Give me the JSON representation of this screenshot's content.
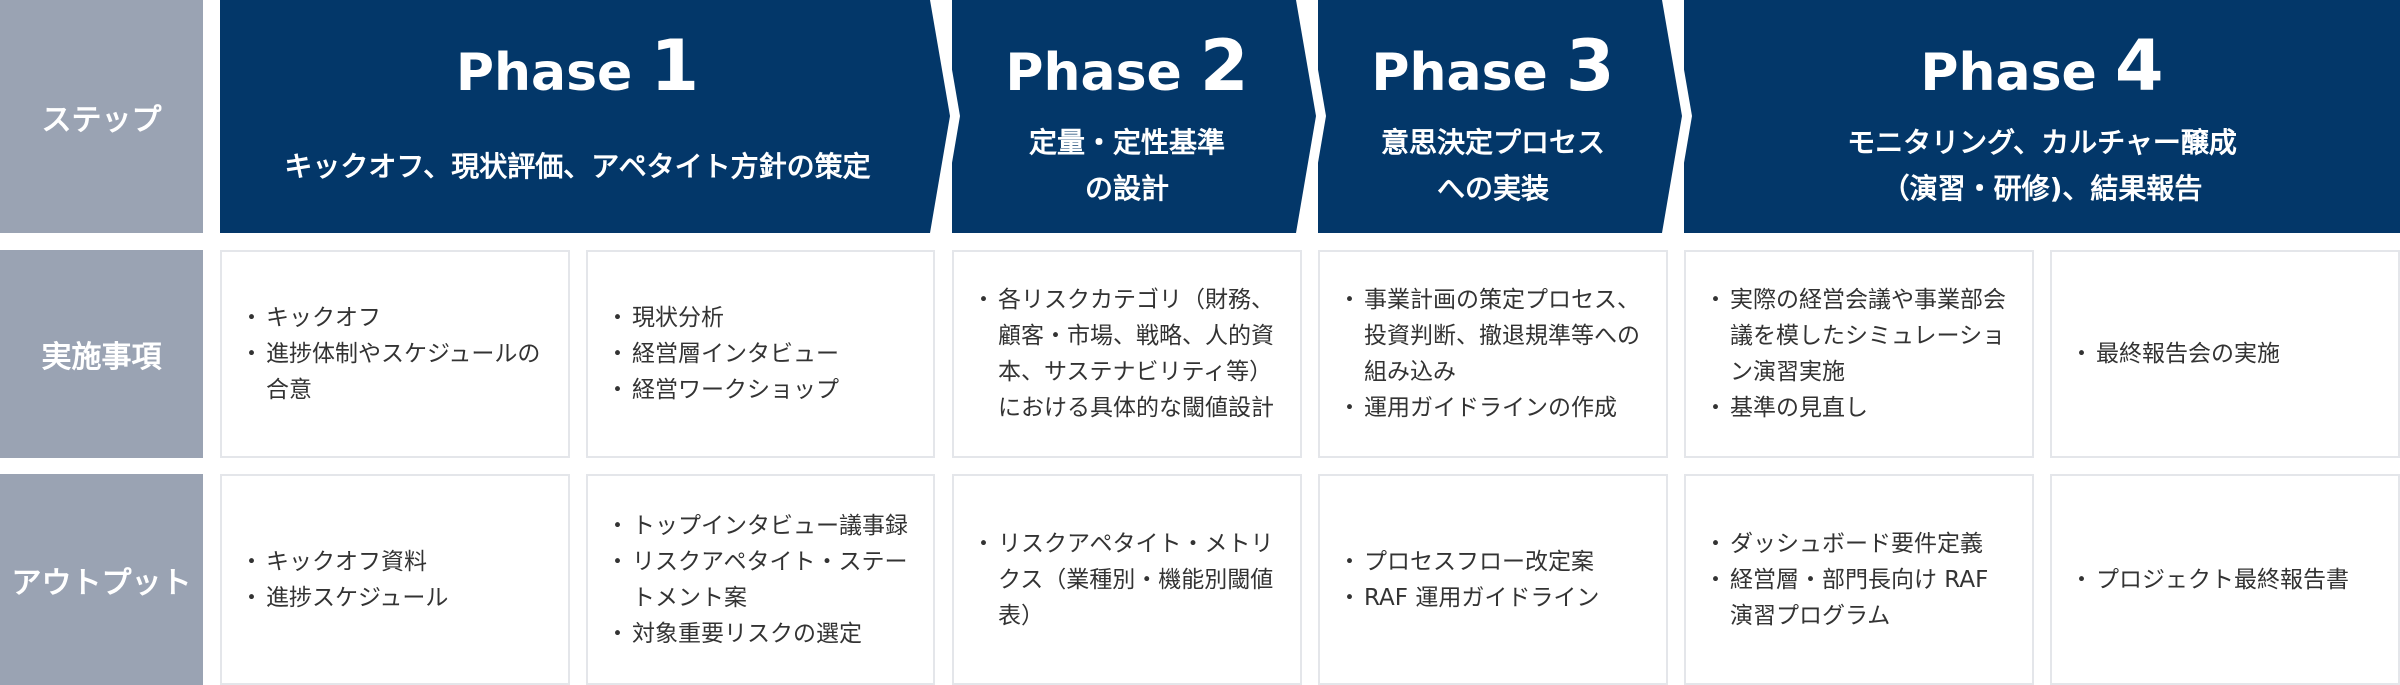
{
  "row_headers": [
    "ステップ",
    "実施事項",
    "アウトプット"
  ],
  "phases": [
    {
      "label": "Phase",
      "number": "1",
      "subtitle": [
        "キックオフ、現状評価、アペタイト方針の策定"
      ]
    },
    {
      "label": "Phase",
      "number": "2",
      "subtitle": [
        "定量・定性基準",
        "の設計"
      ]
    },
    {
      "label": "Phase",
      "number": "3",
      "subtitle": [
        "意思決定プロセス",
        "への実装"
      ]
    },
    {
      "label": "Phase",
      "number": "4",
      "subtitle": [
        "モニタリング、カルチャー醸成",
        "（演習・研修)、結果報告"
      ]
    }
  ],
  "activities": [
    [
      "キックオフ",
      "進捗体制やスケジュールの合意"
    ],
    [
      "現状分析",
      "経営層インタビュー",
      "経営ワークショップ"
    ],
    [
      "各リスクカテゴリ（財務、顧客・市場、戦略、人的資本、サステナビリティ等）における具体的な閾値設計"
    ],
    [
      "事業計画の策定プロセス、投資判断、撤退規準等への組み込み",
      "運用ガイドラインの作成"
    ],
    [
      "実際の経営会議や事業部会議を模したシミュレーション演習実施",
      "基準の見直し"
    ],
    [
      "最終報告会の実施"
    ]
  ],
  "outputs": [
    [
      "キックオフ資料",
      "進捗スケジュール"
    ],
    [
      "トップインタビュー議事録",
      "リスクアペタイト・ステートメント案",
      "対象重要リスクの選定"
    ],
    [
      "リスクアペタイト・メトリクス（業種別・機能別閾値表）"
    ],
    [
      "プロセスフロー改定案",
      "RAF 運用ガイドライン"
    ],
    [
      "ダッシュボード要件定義",
      "経営層・部門長向け RAF 演習プログラム"
    ],
    [
      "プロジェクト最終報告書"
    ]
  ],
  "colors": {
    "phase_bg": "#033769",
    "row_header_bg": "#9aa3b3",
    "cell_border": "#e4e6ea"
  }
}
